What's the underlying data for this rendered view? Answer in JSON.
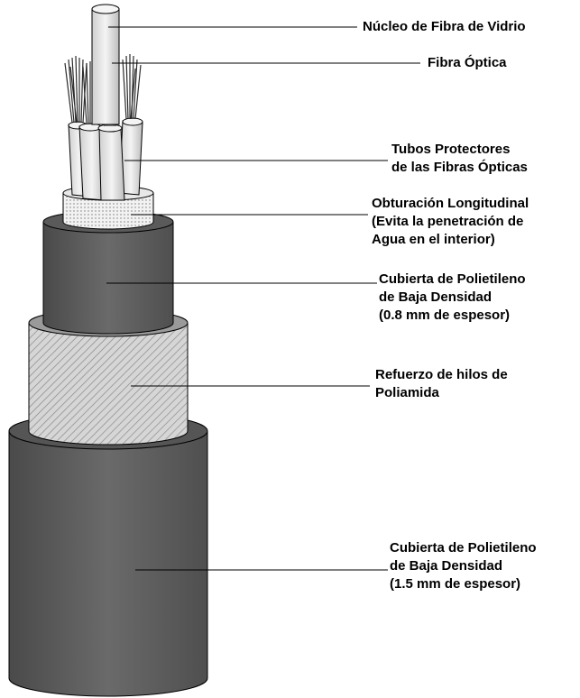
{
  "colors": {
    "jacket_outer": "#5f5f5f",
    "jacket_inner": "#6a6a6a",
    "aramid": "#d4d4d4",
    "seal": "#e6e6e6",
    "tube": "#e0e0e0",
    "core": "#f0f0f0",
    "fiber": "#333333",
    "leader": "#000000"
  },
  "labels": {
    "nucleo": "Núcleo de Fibra de Vidrio",
    "fibra": "Fibra Óptica",
    "tubos": [
      "Tubos Protectores",
      "de las Fibras Ópticas"
    ],
    "obturacion": [
      "Obturación Longitudinal",
      "(Evita la penetración de",
      "Agua en el interior)"
    ],
    "cubierta_interna": [
      "Cubierta de Polietileno",
      "de Baja Densidad",
      "(0.8 mm de espesor)"
    ],
    "refuerzo": [
      "Refuerzo de hilos de",
      "Poliamida"
    ],
    "cubierta_externa": [
      "Cubierta de Polietileno",
      "de Baja Densidad",
      "(1.5 mm de espesor)"
    ]
  }
}
